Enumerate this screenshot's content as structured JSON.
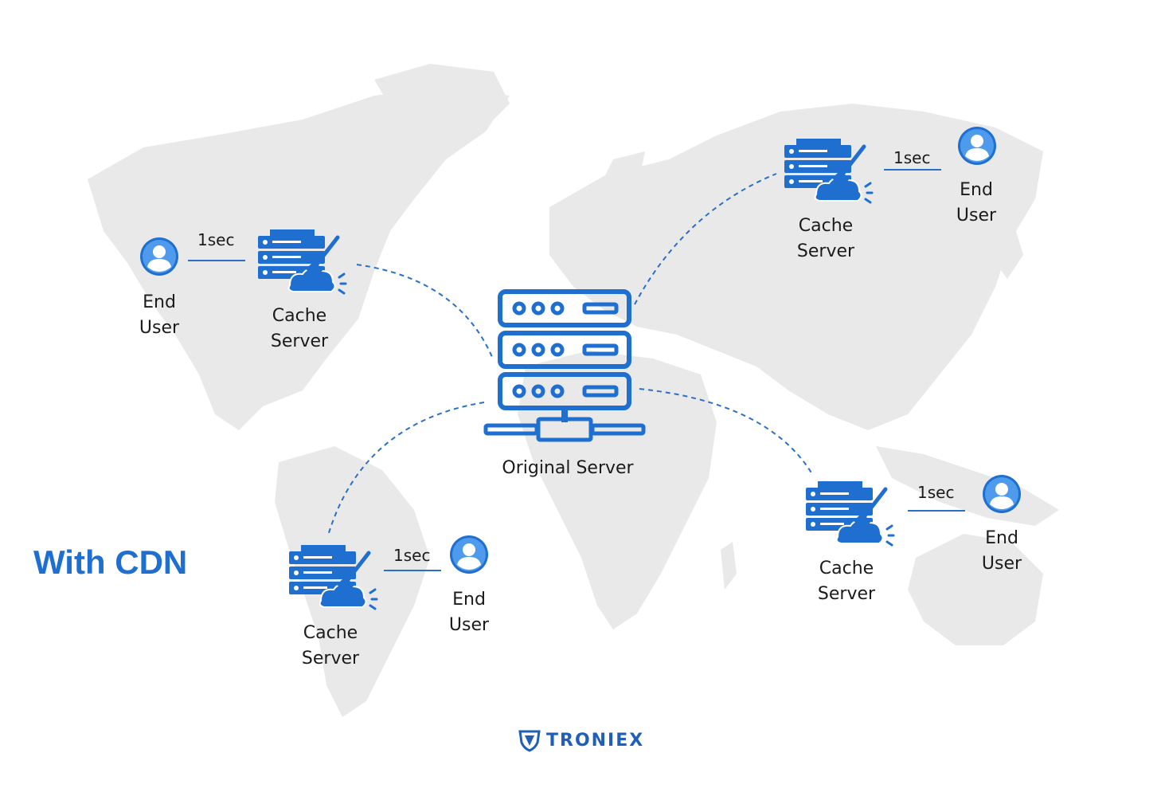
{
  "diagram": {
    "title": "With CDN",
    "origin_label": "Original Server",
    "cache_label": "Cache\nServer",
    "user_label": "End\nUser",
    "latency": "1sec",
    "brand": "TRONIEX"
  },
  "colors": {
    "accent": "#1f6fd1",
    "map": "#e9e9e9",
    "connector": "#2a6fc8",
    "brand": "#1f5fb8"
  },
  "icons": [
    "server-rack-icon",
    "cache-server-icon",
    "user-icon",
    "shield-logo-icon"
  ]
}
